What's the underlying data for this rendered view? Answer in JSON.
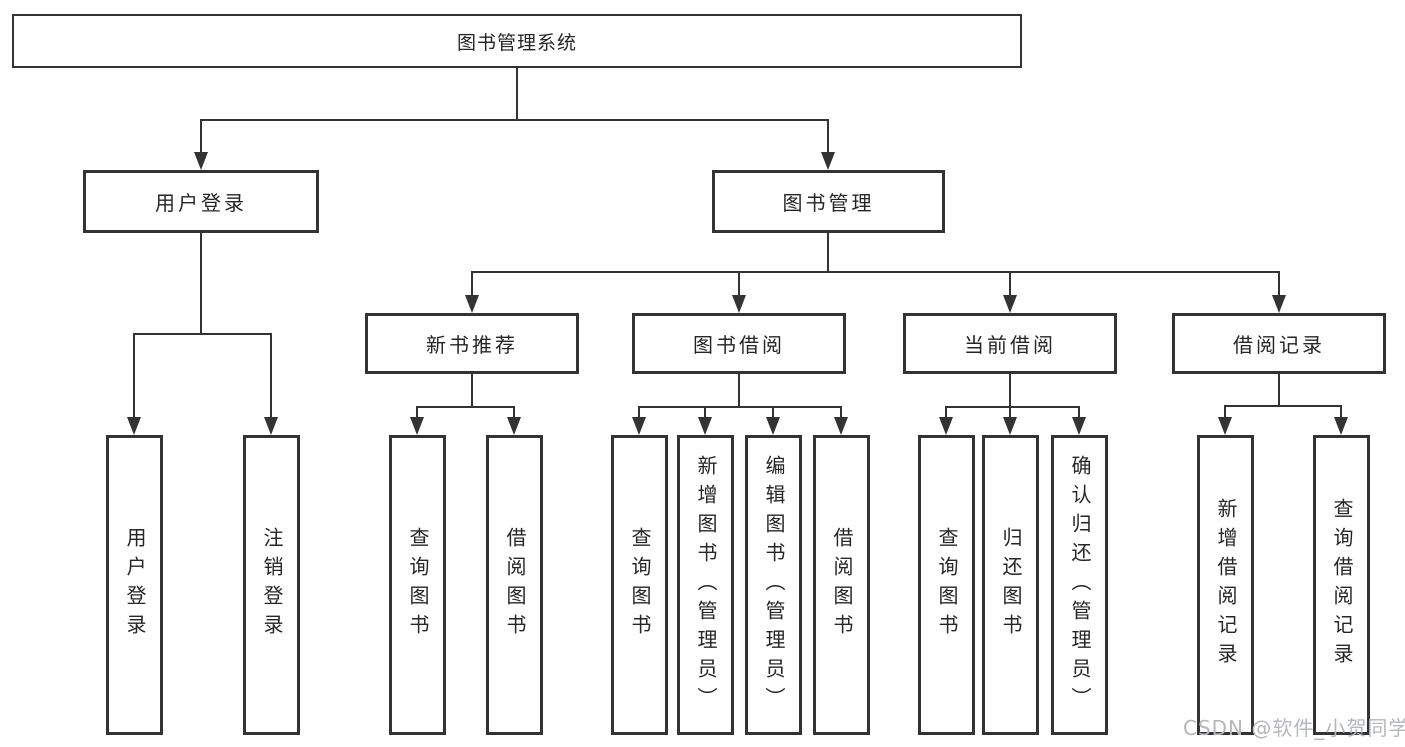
{
  "diagram": {
    "root": "图书管理系统",
    "branches": [
      {
        "label": "用户登录",
        "children": [
          "用户登录",
          "注销登录"
        ]
      },
      {
        "label": "图书管理",
        "sections": [
          {
            "label": "新书推荐",
            "children": [
              "查询图书",
              "借阅图书"
            ]
          },
          {
            "label": "图书借阅",
            "children": [
              "查询图书",
              "新增图书（管理员）",
              "编辑图书（管理员）",
              "借阅图书"
            ]
          },
          {
            "label": "当前借阅",
            "children": [
              "查询图书",
              "归还图书",
              "确认归还（管理员）"
            ]
          },
          {
            "label": "借阅记录",
            "children": [
              "新增借阅记录",
              "查询借阅记录"
            ]
          }
        ]
      }
    ]
  },
  "watermark": "CSDN @软件_小贺同学",
  "colors": {
    "line": "#333333",
    "box_border": "#333333",
    "text": "#262626",
    "watermark": "#b5b7bb",
    "background": "#ffffff"
  }
}
